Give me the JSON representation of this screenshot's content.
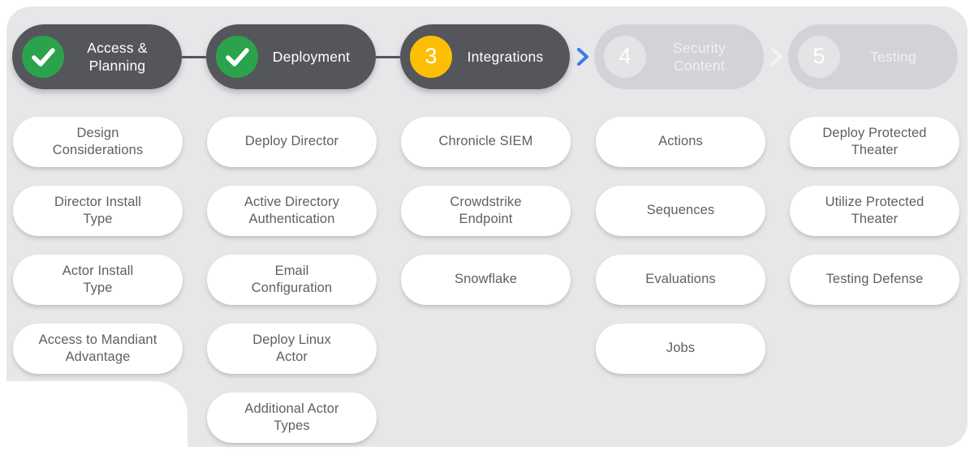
{
  "stepper": {
    "stages": [
      {
        "label": "Access &\nPlanning",
        "state": "complete"
      },
      {
        "label": "Deployment",
        "state": "complete"
      },
      {
        "label": "Integrations",
        "number": "3",
        "state": "current"
      },
      {
        "label": "Security\nContent",
        "number": "4",
        "state": "upcoming"
      },
      {
        "label": "Testing",
        "number": "5",
        "state": "upcoming"
      }
    ],
    "connectors": [
      "line",
      "line",
      "chevron-blue",
      "chevron-light"
    ]
  },
  "columns": [
    {
      "stage": "Access & Planning",
      "items": [
        "Design\nConsiderations",
        "Director Install\nType",
        "Actor Install\nType",
        "Access to Mandiant\nAdvantage"
      ]
    },
    {
      "stage": "Deployment",
      "items": [
        "Deploy Director",
        "Active Directory\nAuthentication",
        "Email\nConfiguration",
        "Deploy Linux\nActor",
        "Additional Actor\nTypes"
      ]
    },
    {
      "stage": "Integrations",
      "items": [
        "Chronicle SIEM",
        "Crowdstrike\nEndpoint",
        "Snowflake"
      ]
    },
    {
      "stage": "Security Content",
      "items": [
        "Actions",
        "Sequences",
        "Evaluations",
        "Jobs"
      ]
    },
    {
      "stage": "Testing",
      "items": [
        "Deploy Protected\nTheater",
        "Utilize Protected\nTheater",
        "Testing Defense"
      ]
    }
  ],
  "icons": {
    "complete": "check-icon",
    "stage_connector": "chevron-right-icon"
  },
  "colors": {
    "panel_background": "#e7e7e9",
    "stage_active_bg": "#54565b",
    "check_green": "#2ba24c",
    "current_yellow": "#fcbf06",
    "chevron_blue": "#3b7ce0",
    "chevron_light": "#f3f3f5",
    "stage_inactive_bg": "#d2d3d6",
    "stage_inactive_circle": "#e4e4e6",
    "chip_bg": "#ffffff",
    "chip_text": "#5d6066"
  }
}
